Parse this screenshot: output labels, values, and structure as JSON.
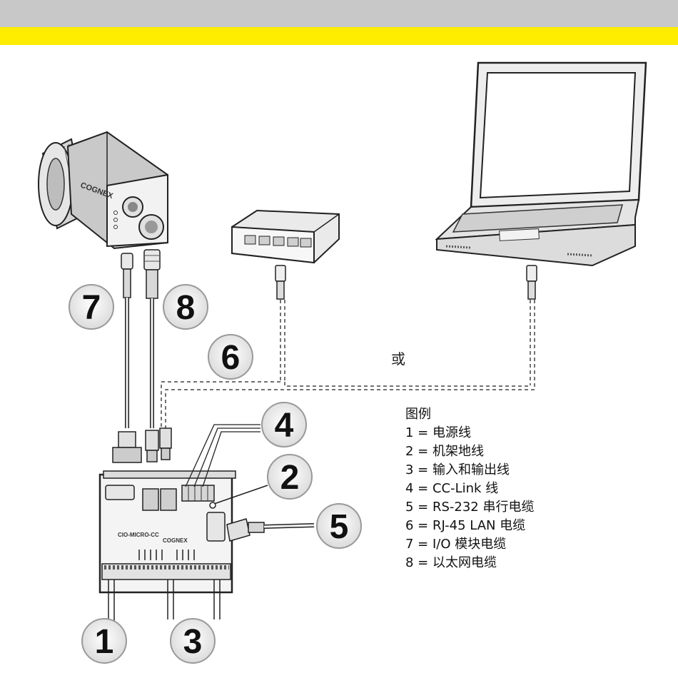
{
  "header": {
    "band_color": "#c8c8c8",
    "accent_color": "#ffed00"
  },
  "or_label": "或",
  "legend": {
    "title": "图例",
    "items": [
      "1 = 电源线",
      "2 = 机架地线",
      "3 = 输入和输出线",
      "4 = CC-Link 线",
      "5 = RS-232 串行电缆",
      "6 = RJ-45 LAN 电缆",
      "7 = I/O 模块电缆",
      "8 = 以太网电缆"
    ]
  },
  "callouts": [
    "1",
    "2",
    "3",
    "4",
    "5",
    "6",
    "7",
    "8"
  ],
  "device_labels": {
    "camera_brand": "COGNEX",
    "module_model": "CIO-MICRO-CC",
    "module_brand": "COGNEX"
  }
}
